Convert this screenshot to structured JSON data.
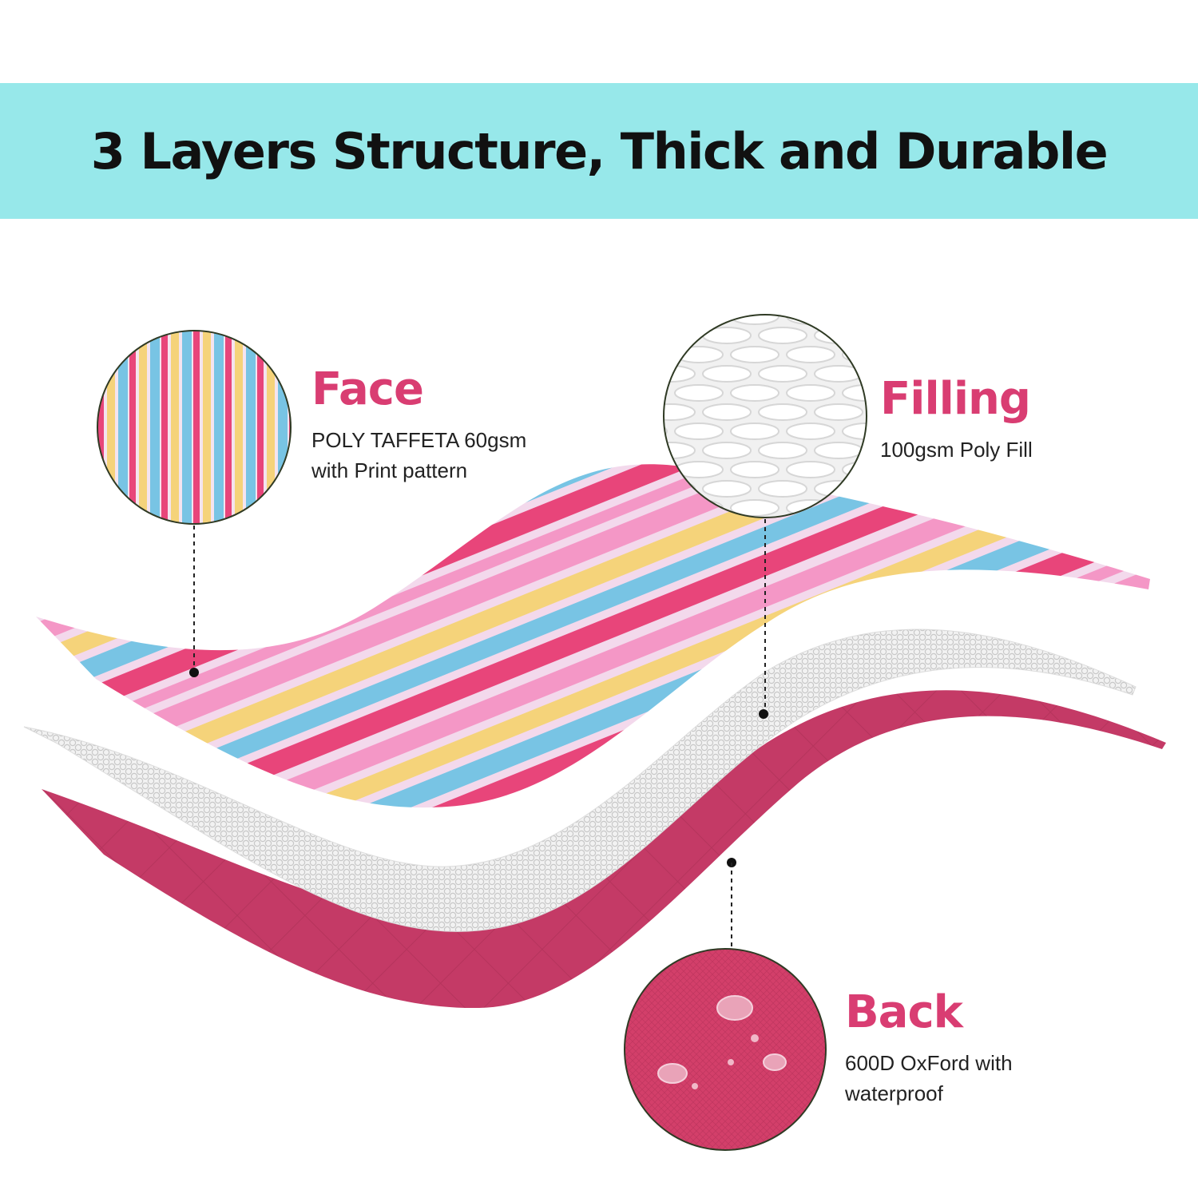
{
  "banner": {
    "title": "3 Layers Structure, Thick and Durable",
    "color": "#97e8ea"
  },
  "layers": {
    "face": {
      "name": "Face",
      "desc_lines": [
        "POLY TAFFETA 60gsm",
        "with Print pattern"
      ]
    },
    "filling": {
      "name": "Filling",
      "desc_lines": [
        "100gsm Poly Fill"
      ]
    },
    "back": {
      "name": "Back",
      "desc_lines": [
        "600D OxFord with",
        "waterproof"
      ]
    }
  },
  "colors": {
    "accent": "#d93d72",
    "back_fabric": "#c43a66",
    "stripe_pink": "#f497c6",
    "stripe_yellow": "#f5d37a",
    "stripe_blue": "#78c4e4",
    "stripe_magenta": "#e8457a",
    "stripe_lilac": "#f3d9ec"
  },
  "icons": {
    "face": "striped-fabric-swatch-icon",
    "filling": "poly-fill-texture-swatch-icon",
    "back": "waterproof-oxford-swatch-icon"
  }
}
